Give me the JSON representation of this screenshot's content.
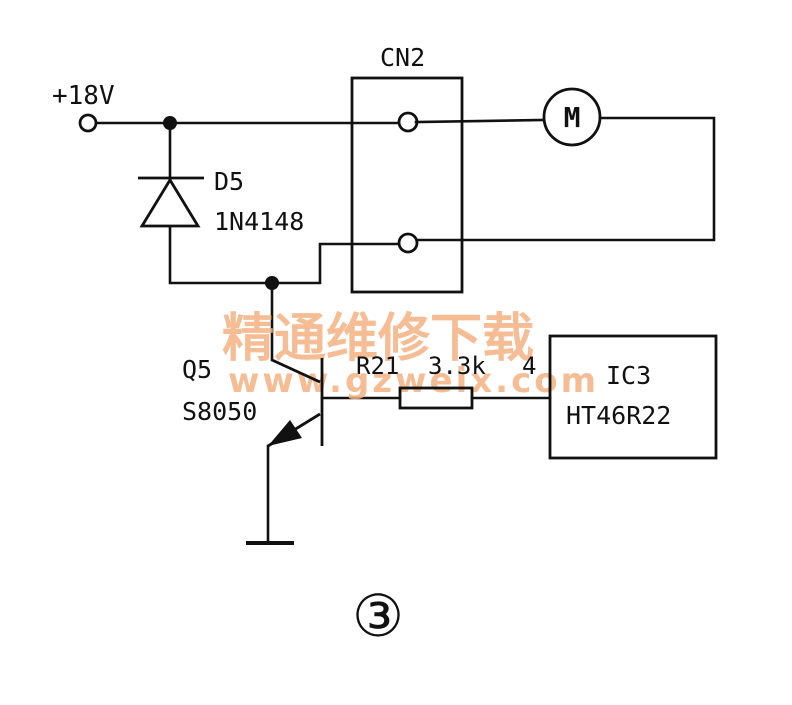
{
  "supply": {
    "label": "+18V"
  },
  "connector": {
    "ref": "CN2"
  },
  "motor": {
    "symbol": "M"
  },
  "diode": {
    "ref": "D5",
    "part": "1N4148"
  },
  "transistor": {
    "ref": "Q5",
    "part": "S8050"
  },
  "resistor": {
    "ref": "R21",
    "value": "3.3k"
  },
  "ic": {
    "ref": "IC3",
    "part": "HT46R22",
    "pin": "4"
  },
  "figure": {
    "number": "③"
  },
  "watermark": {
    "chinese": "精通维修下载",
    "url": "www.gzweix.com",
    "color": "#f4b183"
  },
  "colors": {
    "ink": "#111111",
    "background": "#ffffff"
  }
}
